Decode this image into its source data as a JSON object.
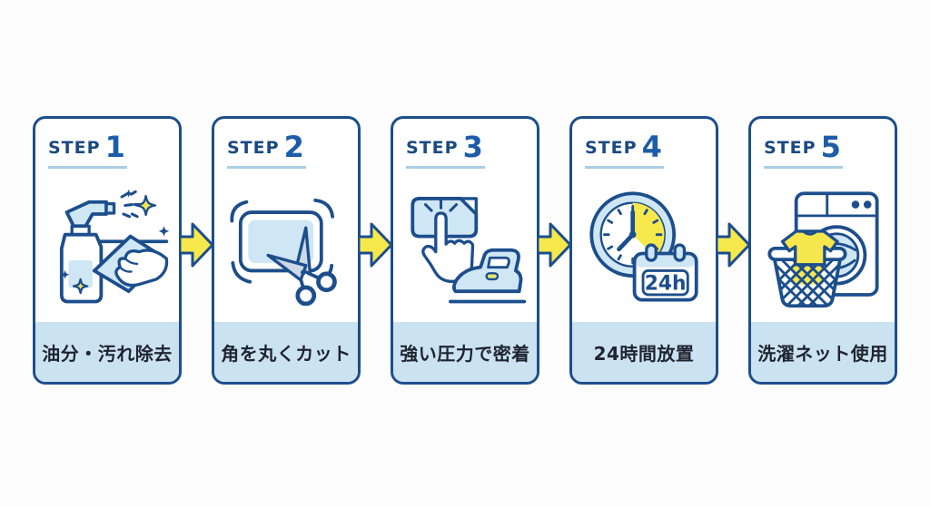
{
  "title": "5-step application and care instructions flow",
  "language": "ja",
  "colors": {
    "background": "#FDFDFD",
    "card_border": "#1C4E8C",
    "step_word": "#1B4A80",
    "step_number": "#1D5CA8",
    "underline": "#A9CFE3",
    "caption_band": "#CBE2F1",
    "caption_text": "#1F2430",
    "arrow_fill": "#F7E84B",
    "arrow_outline": "#1C4E8C",
    "icon_fill_blue": "#CFE6F5",
    "icon_yellow": "#F6E74F"
  },
  "steps": [
    {
      "step_label": "STEP",
      "step_number": "1",
      "caption": "油分・汚れ除去",
      "icon": "spray-clean-icon"
    },
    {
      "step_label": "STEP",
      "step_number": "2",
      "caption": "角を丸くカット",
      "icon": "scissors-cut-icon"
    },
    {
      "step_label": "STEP",
      "step_number": "3",
      "caption": "強い圧力で密着",
      "icon": "press-iron-icon"
    },
    {
      "step_label": "STEP",
      "step_number": "4",
      "caption": "24時間放置",
      "icon": "clock-calendar-icon",
      "badge": "24h"
    },
    {
      "step_label": "STEP",
      "step_number": "5",
      "caption": "洗濯ネット使用",
      "icon": "laundry-wash-icon"
    }
  ]
}
